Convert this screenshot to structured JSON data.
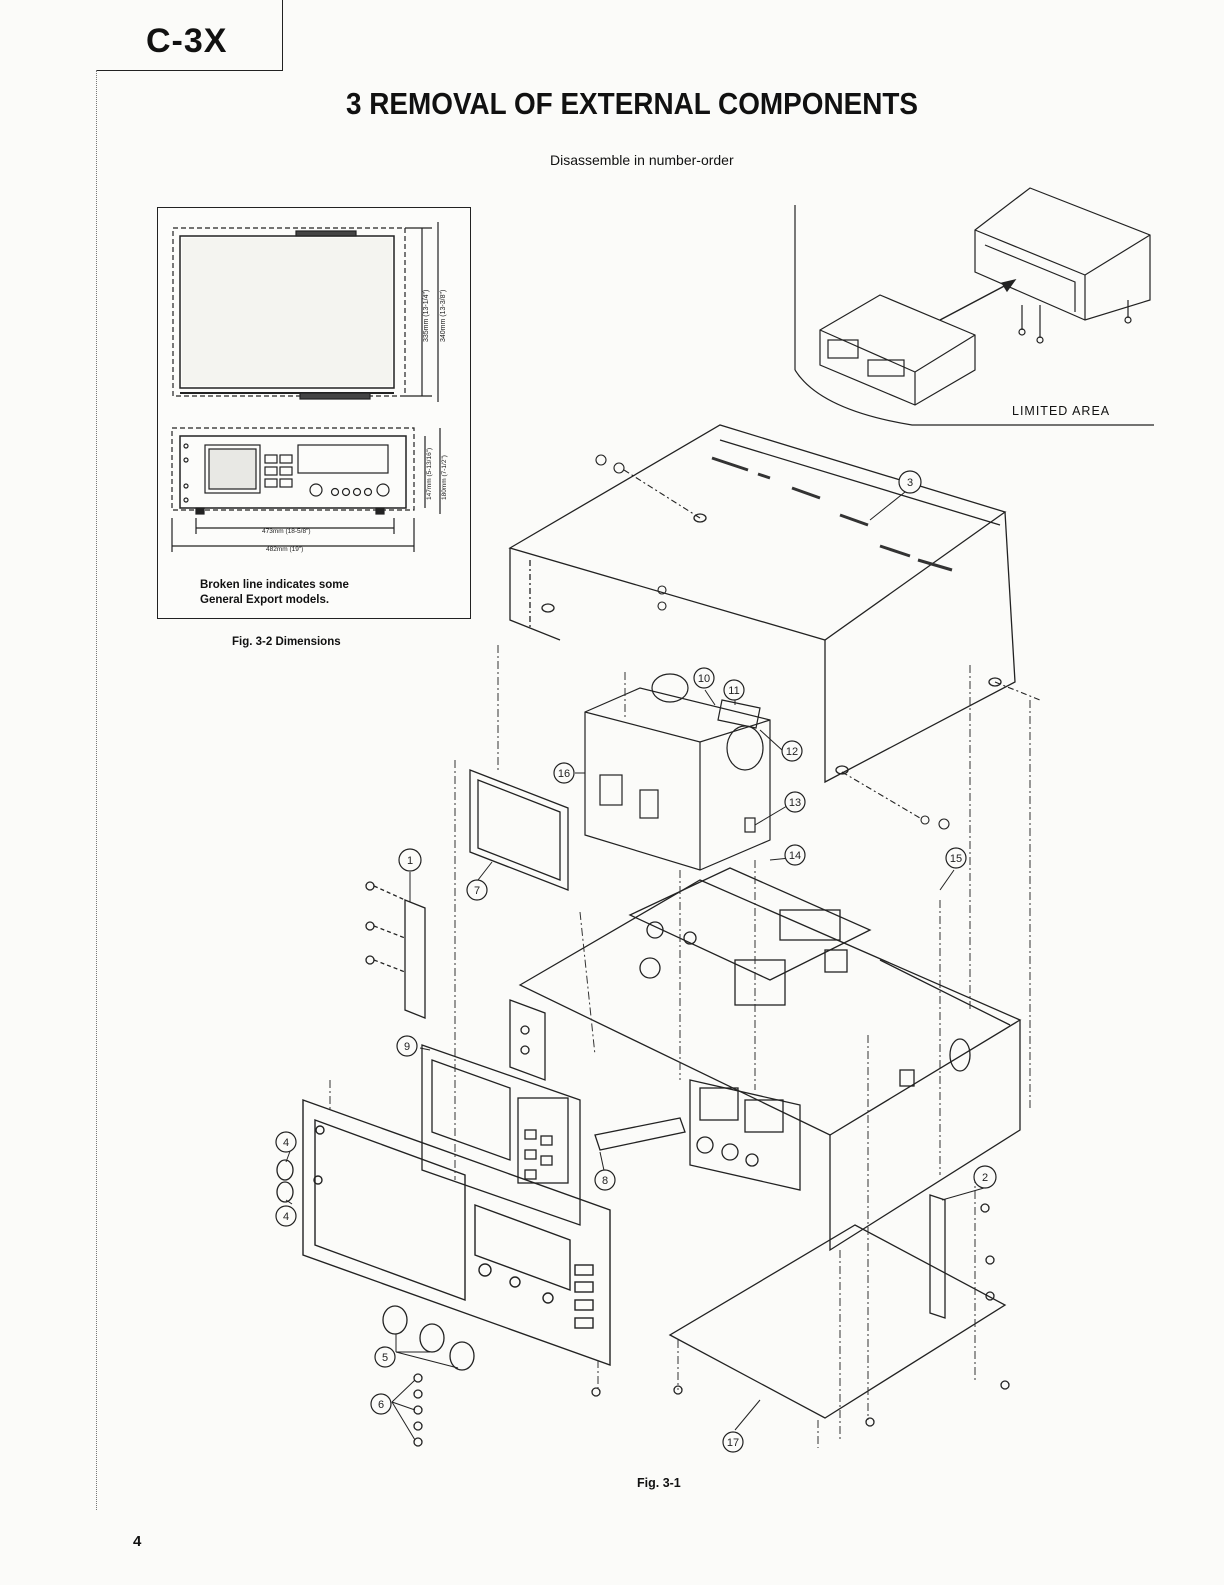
{
  "header": {
    "model": "C-3X"
  },
  "page": {
    "title": "3 REMOVAL OF EXTERNAL COMPONENTS",
    "subtitle": "Disassemble in number-order",
    "number": "4"
  },
  "dimensions_figure": {
    "caption": "Fig. 3-2 Dimensions",
    "note_line1": "Broken line indicates some",
    "note_line2": "General Export models.",
    "labels": {
      "depth1": "335mm (13-1/4\")",
      "depth2": "340mm (13-3/8\")",
      "height1": "147mm (5-13/16\")",
      "height2": "180mm (7-1/2\")",
      "width1": "473mm (18-5/8\")",
      "width2": "482mm (19\")"
    }
  },
  "inset": {
    "label": "LIMITED AREA"
  },
  "exploded_figure": {
    "caption": "Fig. 3-1",
    "callouts": [
      "1",
      "2",
      "3",
      "4",
      "4",
      "5",
      "6",
      "7",
      "8",
      "9",
      "10",
      "11",
      "12",
      "13",
      "14",
      "15",
      "16",
      "17"
    ]
  }
}
